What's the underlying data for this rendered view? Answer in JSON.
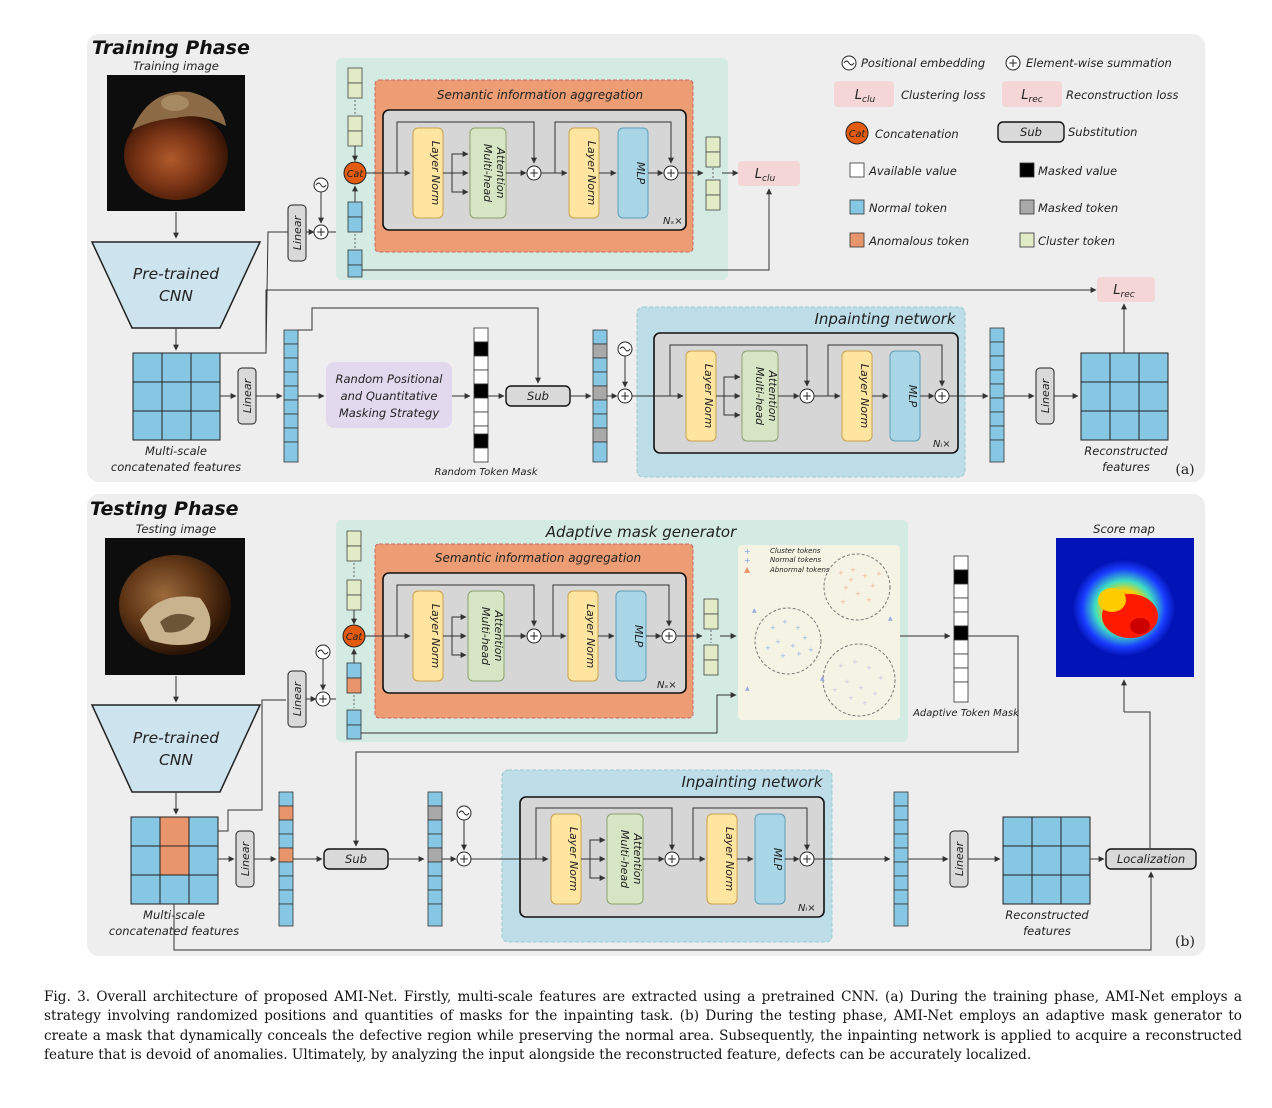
{
  "training": {
    "title": "Training Phase",
    "image_label": "Training image",
    "cnn_line1": "Pre-trained",
    "cnn_line2": "CNN",
    "features_line1": "Multi-scale",
    "features_line2": "concatenated features",
    "linear": "Linear",
    "sia_title": "Semantic information aggregation",
    "layer_norm": "Layer Norm",
    "mha_line1": "Multi-head",
    "mha_line2": "Attention",
    "mlp": "MLP",
    "cat": "Cat",
    "repeat": "Nₛ×",
    "l_clu": "L",
    "l_clu_sub": "clu",
    "l_rec": "L",
    "l_rec_sub": "rec",
    "masking_line1": "Random Positional",
    "masking_line2": "and Quantitative",
    "masking_line3": "Masking Strategy",
    "random_token_mask": "Random Token Mask",
    "sub": "Sub",
    "inpainting_title": "Inpainting network",
    "inpainting_repeat": "Nᵢ×",
    "recon_line1": "Reconstructed",
    "recon_line2": "features",
    "panel_label": "(a)"
  },
  "legend": {
    "positional_embedding": "Positional embedding",
    "element_wise": "Element-wise summation",
    "clustering_loss": "Clustering loss",
    "reconstruction_loss": "Reconstruction loss",
    "concatenation": "Concatenation",
    "substitution": "Substitution",
    "available_value": "Available value",
    "masked_value": "Masked value",
    "normal_token": "Normal token",
    "masked_token": "Masked token",
    "anomalous_token": "Anomalous token",
    "cluster_token": "Cluster token",
    "cat": "Cat",
    "sub": "Sub",
    "l": "L",
    "clu_sub": "clu",
    "rec_sub": "rec"
  },
  "testing": {
    "title": "Testing Phase",
    "image_label": "Testing image",
    "cnn_line1": "Pre-trained",
    "cnn_line2": "CNN",
    "features_line1": "Multi-scale",
    "features_line2": "concatenated features",
    "linear": "Linear",
    "amg_title": "Adaptive mask generator",
    "sia_title": "Semantic information aggregation",
    "layer_norm": "Layer Norm",
    "mha_line1": "Multi-head",
    "mha_line2": "Attention",
    "mlp": "MLP",
    "cat": "Cat",
    "repeat": "Nₛ×",
    "cluster_tokens": "Cluster tokens",
    "normal_tokens": "Normal tokens",
    "abnormal_tokens": "Abnormal tokens",
    "adaptive_token_mask": "Adaptive Token Mask",
    "score_map": "Score map",
    "sub": "Sub",
    "inpainting_title": "Inpainting network",
    "inpainting_repeat": "Nᵢ×",
    "recon_line1": "Reconstructed",
    "recon_line2": "features",
    "localization": "Localization",
    "panel_label": "(b)"
  },
  "caption": "Fig. 3.  Overall architecture of proposed AMI-Net. Firstly, multi-scale features are extracted using a pretrained CNN. (a) During the training phase, AMI-Net employs a strategy involving randomized positions and quantities of masks for the inpainting task. (b) During the testing phase, AMI-Net employs an adaptive mask generator to create a mask that dynamically conceals the defective region while preserving the normal area. Subsequently, the inpainting network is applied to acquire a reconstructed feature that is devoid of anomalies. Ultimately, by analyzing the input alongside the reconstructed feature, defects can be accurately localized.",
  "colors": {
    "panel_bg": "#eeeeee",
    "green_bg": "#d3ebe2",
    "orange_bg": "#ec9d73",
    "blue_bg": "#bddde9",
    "yellow_block": "#ffe5a0",
    "green_block": "#d6e6c4",
    "blue_block": "#a8d6e6",
    "token_blue": "#86c7e3",
    "token_orange": "#e9956b",
    "token_gray": "#a9a9a9",
    "cluster_green": "#e1ebc5",
    "cat_orange": "#e35b10",
    "loss_pink": "#f4d6d6",
    "masking_purple": "#e2d9ee"
  }
}
